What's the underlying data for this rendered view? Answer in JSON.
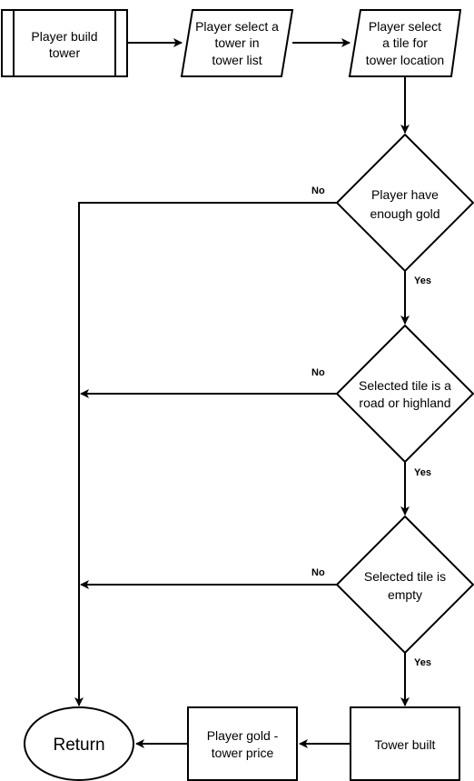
{
  "nodes": {
    "build_tower": {
      "lines": [
        "Player build",
        "tower"
      ]
    },
    "select_tower": {
      "lines": [
        "Player select a",
        "tower in",
        "tower list"
      ]
    },
    "select_tile": {
      "lines": [
        "Player select",
        "a tile for",
        "tower location"
      ]
    },
    "enough_gold": {
      "lines": [
        "Player have",
        "enough gold"
      ]
    },
    "road_highland": {
      "lines": [
        "Selected tile is a",
        "road or highland"
      ]
    },
    "tile_empty": {
      "lines": [
        "Selected tile is",
        "empty"
      ]
    },
    "tower_built": {
      "lines": [
        "Tower built"
      ]
    },
    "gold_minus": {
      "lines": [
        "Player gold -",
        "tower price"
      ]
    },
    "return": {
      "lines": [
        "Return"
      ]
    }
  },
  "edge_labels": {
    "gold_no": "No",
    "gold_yes": "Yes",
    "road_no": "No",
    "road_yes": "Yes",
    "empty_no": "No",
    "empty_yes": "Yes"
  }
}
